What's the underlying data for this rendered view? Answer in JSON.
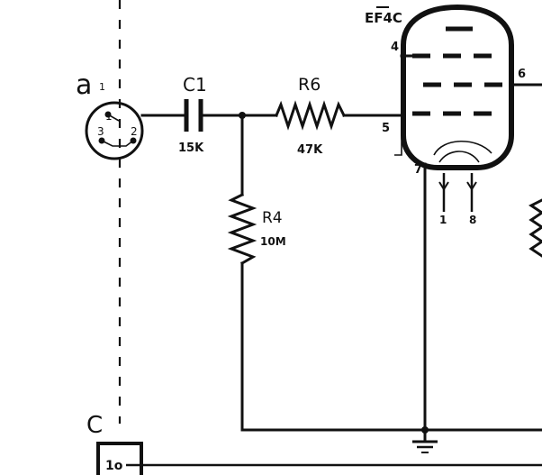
{
  "labels": {
    "tube_type": "EF4C",
    "connector": "a",
    "connector_sub": "1",
    "pin_1": "1",
    "pin_2": "2",
    "pin_3": "3",
    "cap_name": "C1",
    "cap_value": "15K",
    "r6_name": "R6",
    "r6_value": "47K",
    "r4_name": "R4",
    "r4_value": "10M",
    "pin_4": "4",
    "pin_5": "5",
    "pin_6": "6",
    "pin_7": "7",
    "heater_1": "1",
    "heater_8": "8",
    "bottom_connector": "C",
    "bottom_pin": "1o"
  }
}
